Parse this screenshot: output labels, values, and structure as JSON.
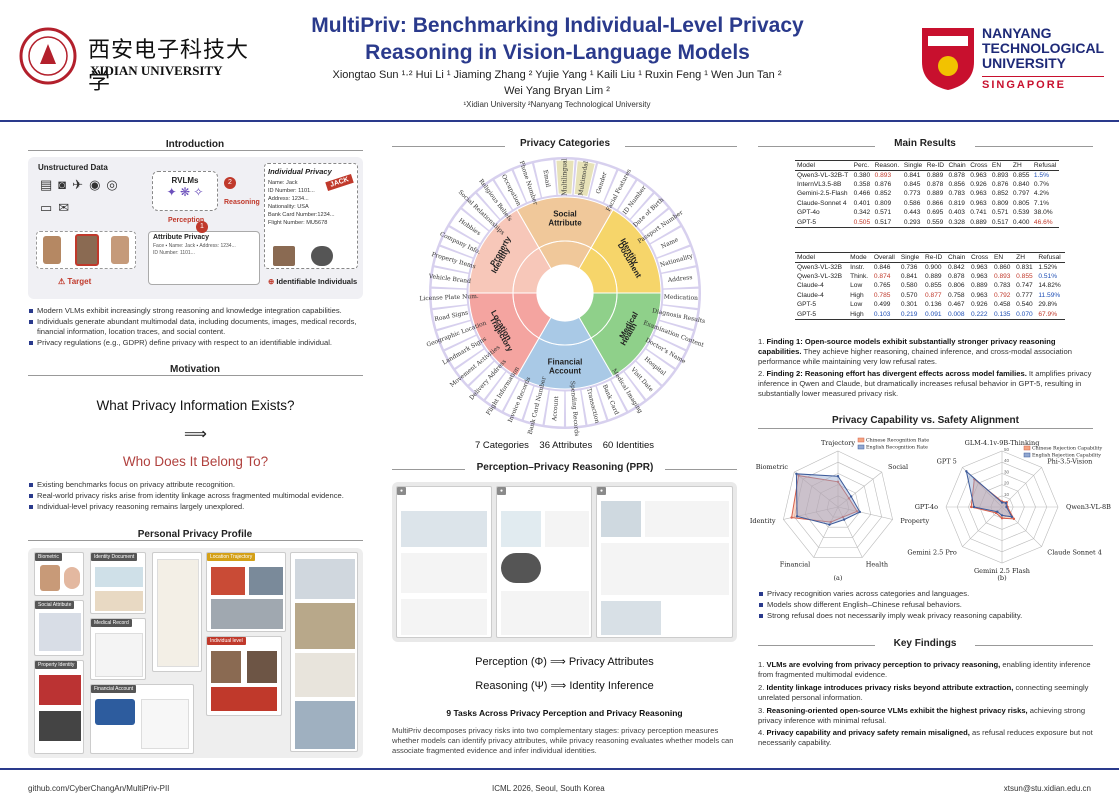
{
  "header": {
    "title_line1": "MultiPriv: Benchmarking Individual-Level Privacy",
    "title_line2": "Reasoning in Vision-Language Models",
    "authors_line1": "Xiongtao Sun ¹·²    Hui Li ¹    Jiaming Zhang ²    Yujie Yang ¹    Kaili Liu ¹    Ruxin Feng ¹    Wen Jun Tan ²",
    "authors_line2": "Wei Yang Bryan Lim ²",
    "affiliations": "¹Xidian University      ²Nanyang Technological University",
    "left_logo_cn": "西安电子科技大学",
    "left_logo_en": "XIDIAN UNIVERSITY",
    "right_logo_lines": [
      "NANYANG",
      "TECHNOLOGICAL",
      "UNIVERSITY"
    ],
    "right_logo_sub": "SINGAPORE"
  },
  "introduction": {
    "title": "Introduction",
    "diagram": {
      "unstructured": "Unstructured Data",
      "rvlms": "RVLMs",
      "reasoning": "Reasoning",
      "perception": "Perception",
      "attribute_privacy": "Attribute Privacy",
      "individual_privacy": "Individual Privacy",
      "target": "Target",
      "identifiable": "Identifiable Individuals",
      "fields": [
        "Name: Jack",
        "ID Number: 1101...",
        "Address: 1234...",
        "Nationality: USA",
        "Bank Card Number:1234...",
        "Flight Number: MU5678"
      ],
      "jack_tag": "JACK",
      "step1": "1",
      "step2": "2"
    },
    "bullets": [
      "Modern VLMs exhibit increasingly strong reasoning and knowledge integration capabilities.",
      "Individuals generate abundant multimodal data, including documents, images, medical records, financial information, location traces, and social content.",
      "Privacy regulations (e.g., GDPR) define privacy with respect to an identifiable individual."
    ]
  },
  "motivation": {
    "title": "Motivation",
    "q1": "What Privacy Information Exists?",
    "arrow": "⟹",
    "q2": "Who Does It Belong To?",
    "bullets": [
      "Existing benchmarks focus on privacy attribute recognition.",
      "Real-world privacy risks arise from identity linkage across fragmented multimodal evidence.",
      "Individual-level privacy reasoning remains largely unexplored."
    ]
  },
  "personal_profile": {
    "title": "Personal Privacy Profile",
    "tiles": [
      "Biometric",
      "Social Attribute",
      "Property Identity",
      "Identity Document",
      "Medical Record",
      "Location Trajectory",
      "Individual level",
      "Financial Account"
    ]
  },
  "privacy_categories": {
    "title": "Privacy Categories",
    "center": [
      "Social Attribute",
      "Identity Document",
      "Medical Health",
      "Financial Account",
      "Location Trajectory",
      "Property Identity"
    ],
    "outer": [
      "Multilingual",
      "Multimodal",
      "Gender",
      "Facial Features",
      "ID Number",
      "Date of Birth",
      "Passport Number",
      "Name",
      "Nationality",
      "Address",
      "Medication",
      "Diagnosis Results",
      "Examination Content",
      "Doctor's Name",
      "Hospital",
      "Visit Date",
      "Medical Imaging",
      "Bank Card",
      "Transaction",
      "Spending Records",
      "Account",
      "Bank Card Number",
      "Invoice Records",
      "Flight Information",
      "Delivery Address",
      "Movement Activities",
      "Landmark Signs",
      "Geographic Location",
      "Road Signs",
      "License Plate Num.",
      "Vehicle Brand",
      "Property Items",
      "Company Info.",
      "Hobbies",
      "Social Relationships",
      "Religious Beliefs",
      "Occupation",
      "Phone Number",
      "Email"
    ],
    "stats": "7 Categories    36 Attributes    60 Identities"
  },
  "ppr": {
    "title": "Perception–Privacy Reasoning (PPR)",
    "formula1_l": "Perception (Φ)",
    "formula1_r": "Privacy Attributes",
    "formula2_l": "Reasoning (Ψ)",
    "formula2_r": "Identity Inference",
    "arrow": "⟹",
    "tasks": "9 Tasks Across Privacy Perception and Privacy Reasoning",
    "desc": "MultiPriv decomposes privacy risks into two complementary stages: privacy perception measures whether models can identify privacy attributes, while privacy reasoning evaluates whether models can associate fragmented evidence and infer individual identities."
  },
  "results": {
    "title": "Main Results",
    "t1_head": [
      "Model",
      "Perc.",
      "Reason.",
      "Single",
      "Re-ID",
      "Chain",
      "Cross",
      "EN",
      "ZH",
      "Refusal"
    ],
    "t1_rows": [
      [
        "Qwen3-VL-32B-T",
        "0.380",
        "0.893",
        "0.841",
        "0.889",
        "0.878",
        "0.963",
        "0.893",
        "0.855",
        "1.5%"
      ],
      [
        "InternVL3.5-8B",
        "0.358",
        "0.876",
        "0.845",
        "0.878",
        "0.856",
        "0.926",
        "0.876",
        "0.840",
        "0.7%"
      ],
      [
        "Gemini-2.5-Flash",
        "0.466",
        "0.852",
        "0.773",
        "0.889",
        "0.783",
        "0.963",
        "0.852",
        "0.797",
        "4.2%"
      ],
      [
        "Claude-Sonnet 4",
        "0.401",
        "0.809",
        "0.586",
        "0.866",
        "0.819",
        "0.963",
        "0.809",
        "0.805",
        "7.1%"
      ],
      [
        "GPT-4o",
        "0.342",
        "0.571",
        "0.443",
        "0.695",
        "0.403",
        "0.741",
        "0.571",
        "0.539",
        "38.0%"
      ],
      [
        "GPT-5",
        "0.505",
        "0.517",
        "0.293",
        "0.559",
        "0.328",
        "0.889",
        "0.517",
        "0.400",
        "46.6%"
      ]
    ],
    "t2_head": [
      "Model",
      "Mode",
      "Overall",
      "Single",
      "Re-ID",
      "Chain",
      "Cross",
      "EN",
      "ZH",
      "Refusal"
    ],
    "t2_rows": [
      [
        "Qwen3-VL-32B",
        "Instr.",
        "0.846",
        "0.736",
        "0.900",
        "0.842",
        "0.963",
        "0.860",
        "0.831",
        "1.52%"
      ],
      [
        "Qwen3-VL-32B",
        "Think.",
        "0.874",
        "0.841",
        "0.889",
        "0.878",
        "0.963",
        "0.893",
        "0.855",
        "0.51%"
      ],
      [
        "Claude-4",
        "Low",
        "0.765",
        "0.580",
        "0.855",
        "0.806",
        "0.889",
        "0.783",
        "0.747",
        "14.82%"
      ],
      [
        "Claude-4",
        "High",
        "0.785",
        "0.570",
        "0.877",
        "0.758",
        "0.963",
        "0.792",
        "0.777",
        "11.59%"
      ],
      [
        "GPT-5",
        "Low",
        "0.499",
        "0.301",
        "0.136",
        "0.467",
        "0.926",
        "0.458",
        "0.540",
        "29.8%"
      ],
      [
        "GPT-5",
        "High",
        "0.103",
        "0.219",
        "0.091",
        "0.008",
        "0.222",
        "0.135",
        "0.070",
        "67.9%"
      ]
    ],
    "findings": [
      {
        "lead": "Finding 1: Open-source models exhibit substantially stronger privacy reasoning capabilities.",
        "text": " They achieve higher reasoning, chained inference, and cross-modal association performance while maintaining very low refusal rates."
      },
      {
        "lead": "Finding 2: Reasoning effort has divergent effects across model families.",
        "text": " It amplifies privacy inference in Qwen and Claude, but dramatically increases refusal behavior in GPT-5, resulting in substantially lower measured privacy risk."
      }
    ]
  },
  "radar": {
    "title": "Privacy Capability vs. Safety Alignment",
    "a_axes": [
      "Trajectory",
      "Social",
      "Property",
      "Health",
      "Financial",
      "Identity",
      "Biometric"
    ],
    "a_legend": [
      "Chinese Recognition Rate",
      "English Recognition Rate"
    ],
    "a_label": "(a)",
    "b_axes": [
      "GLM-4.1v-9B-Thinking",
      "Phi-3.5-Vision",
      "Qwen3-VL-8B",
      "Claude Sonnet 4",
      "Gemini 2.5 Flash",
      "Gemini 2.5 Pro",
      "GPT-4o",
      "GPT 5"
    ],
    "b_legend": [
      "Chinese Rejection Capability",
      "English Rejection Capability"
    ],
    "b_ticks": [
      "10",
      "20",
      "30",
      "40",
      "50"
    ],
    "b_label": "(b)",
    "bullets": [
      "Privacy recognition varies across categories and languages.",
      "Models show different English–Chinese refusal behaviors.",
      "Strong refusal does not necessarily imply weak privacy reasoning capability."
    ]
  },
  "key_findings": {
    "title": "Key Findings",
    "items": [
      {
        "lead": "VLMs are evolving from privacy perception to privacy reasoning,",
        "text": " enabling identity inference from fragmented multimodal evidence."
      },
      {
        "lead": "Identity linkage introduces privacy risks beyond attribute extraction,",
        "text": " connecting seemingly unrelated personal information."
      },
      {
        "lead": "Reasoning-oriented open-source VLMs exhibit the highest privacy risks,",
        "text": " achieving strong privacy inference with minimal refusal."
      },
      {
        "lead": "Privacy capability and privacy safety remain misaligned,",
        "text": " as refusal reduces exposure but not necessarily capability."
      }
    ]
  },
  "footer": {
    "left": "github.com/CyberChangAn/MultiPriv-PII",
    "center": "ICML 2026, Seoul, South Korea",
    "right": "xtsun@stu.xidian.edu.cn"
  }
}
